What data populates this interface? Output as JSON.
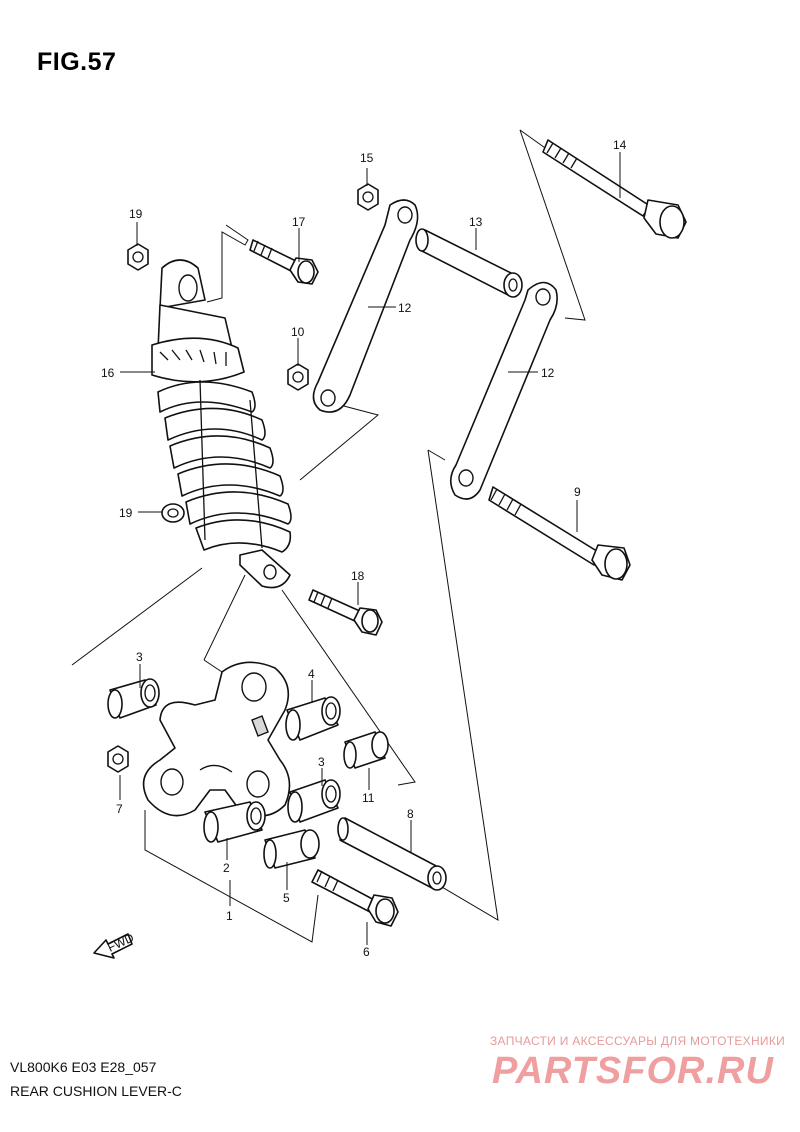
{
  "figure": {
    "title": "FIG.57"
  },
  "footer": {
    "model_code": "VL800K6 E03 E28_057",
    "section_name": "REAR CUSHION LEVER-C"
  },
  "watermark": {
    "tagline": "ЗАПЧАСТИ И АКСЕССУАРЫ ДЛЯ МОТОТЕХНИКИ",
    "logo_text": "PARTSFOR.RU",
    "color": "#ef9f9f"
  },
  "fwd_arrow": {
    "label": "FWD",
    "icon": "forward-arrow-icon"
  },
  "callouts": {
    "c1": "1",
    "c2": "2",
    "c3a": "3",
    "c3b": "3",
    "c4": "4",
    "c5": "5",
    "c6": "6",
    "c7": "7",
    "c8": "8",
    "c9": "9",
    "c10": "10",
    "c11": "11",
    "c12a": "12",
    "c12b": "12",
    "c13": "13",
    "c14": "14",
    "c15": "15",
    "c16": "16",
    "c17": "17",
    "c18": "18",
    "c19a": "19",
    "c19b": "19"
  }
}
